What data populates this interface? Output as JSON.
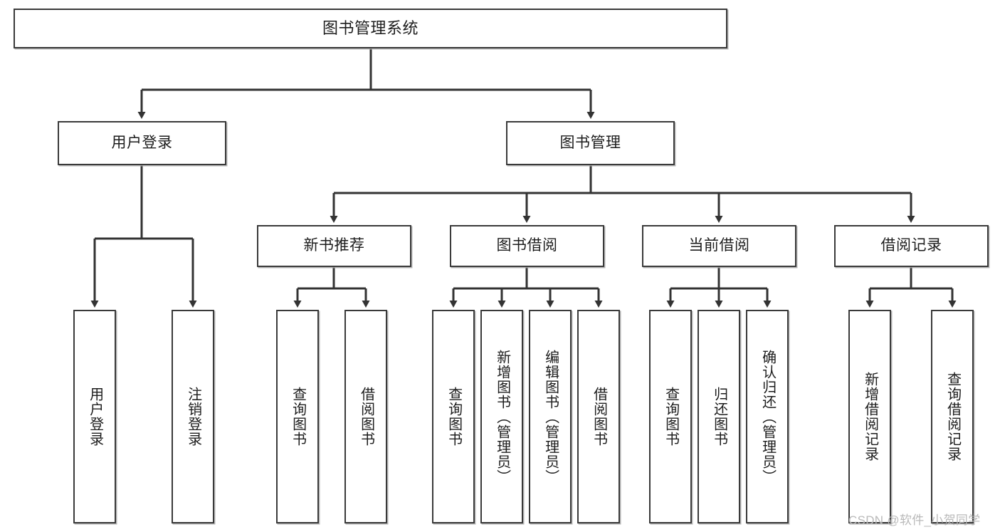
{
  "diagram": {
    "title": "图书管理系统",
    "type": "hierarchy-tree",
    "watermark": "CSDN @软件_小贺同学",
    "colors": {
      "box_border": "#3a3a3a",
      "box_fill": "#ffffff",
      "line": "#333333",
      "text": "#1d1d1d",
      "watermark": "#b9b9b9"
    },
    "nodes": {
      "root": {
        "label": "图书管理系统",
        "level": 1
      },
      "user_login": {
        "label": "用户登录",
        "level": 2
      },
      "book_manage": {
        "label": "图书管理",
        "level": 2
      },
      "new_book_rec": {
        "label": "新书推荐",
        "level": 3
      },
      "book_borrow": {
        "label": "图书借阅",
        "level": 3
      },
      "current_borrow": {
        "label": "当前借阅",
        "level": 3
      },
      "borrow_record": {
        "label": "借阅记录",
        "level": 3
      },
      "leaf_user_login": {
        "label": "用户登录",
        "level": 4
      },
      "leaf_logout": {
        "label": "注销登录",
        "level": 4
      },
      "leaf_query_book_rec": {
        "label": "查询图书",
        "level": 4
      },
      "leaf_borrow_book_rec": {
        "label": "借阅图书",
        "level": 4
      },
      "leaf_query_book_b": {
        "label": "查询图书",
        "level": 4
      },
      "leaf_add_book": {
        "label": "新增图书（管理员）",
        "level": 4
      },
      "leaf_edit_book": {
        "label": "编辑图书（管理员）",
        "level": 4
      },
      "leaf_borrow_book_b": {
        "label": "借阅图书",
        "level": 4
      },
      "leaf_query_book_c": {
        "label": "查询图书",
        "level": 4
      },
      "leaf_return_book": {
        "label": "归还图书",
        "level": 4
      },
      "leaf_confirm_return": {
        "label": "确认归还（管理员）",
        "level": 4
      },
      "leaf_add_record": {
        "label": "新增借阅记录",
        "level": 4
      },
      "leaf_query_record": {
        "label": "查询借阅记录",
        "level": 4
      }
    },
    "edges": [
      {
        "from": "root",
        "to": "user_login"
      },
      {
        "from": "root",
        "to": "book_manage"
      },
      {
        "from": "book_manage",
        "to": "new_book_rec"
      },
      {
        "from": "book_manage",
        "to": "book_borrow"
      },
      {
        "from": "book_manage",
        "to": "current_borrow"
      },
      {
        "from": "book_manage",
        "to": "borrow_record"
      },
      {
        "from": "user_login",
        "to": "leaf_user_login"
      },
      {
        "from": "user_login",
        "to": "leaf_logout"
      },
      {
        "from": "new_book_rec",
        "to": "leaf_query_book_rec"
      },
      {
        "from": "new_book_rec",
        "to": "leaf_borrow_book_rec"
      },
      {
        "from": "book_borrow",
        "to": "leaf_query_book_b"
      },
      {
        "from": "book_borrow",
        "to": "leaf_add_book"
      },
      {
        "from": "book_borrow",
        "to": "leaf_edit_book"
      },
      {
        "from": "book_borrow",
        "to": "leaf_borrow_book_b"
      },
      {
        "from": "current_borrow",
        "to": "leaf_query_book_c"
      },
      {
        "from": "current_borrow",
        "to": "leaf_return_book"
      },
      {
        "from": "current_borrow",
        "to": "leaf_confirm_return"
      },
      {
        "from": "borrow_record",
        "to": "leaf_add_record"
      },
      {
        "from": "borrow_record",
        "to": "leaf_query_record"
      }
    ]
  }
}
